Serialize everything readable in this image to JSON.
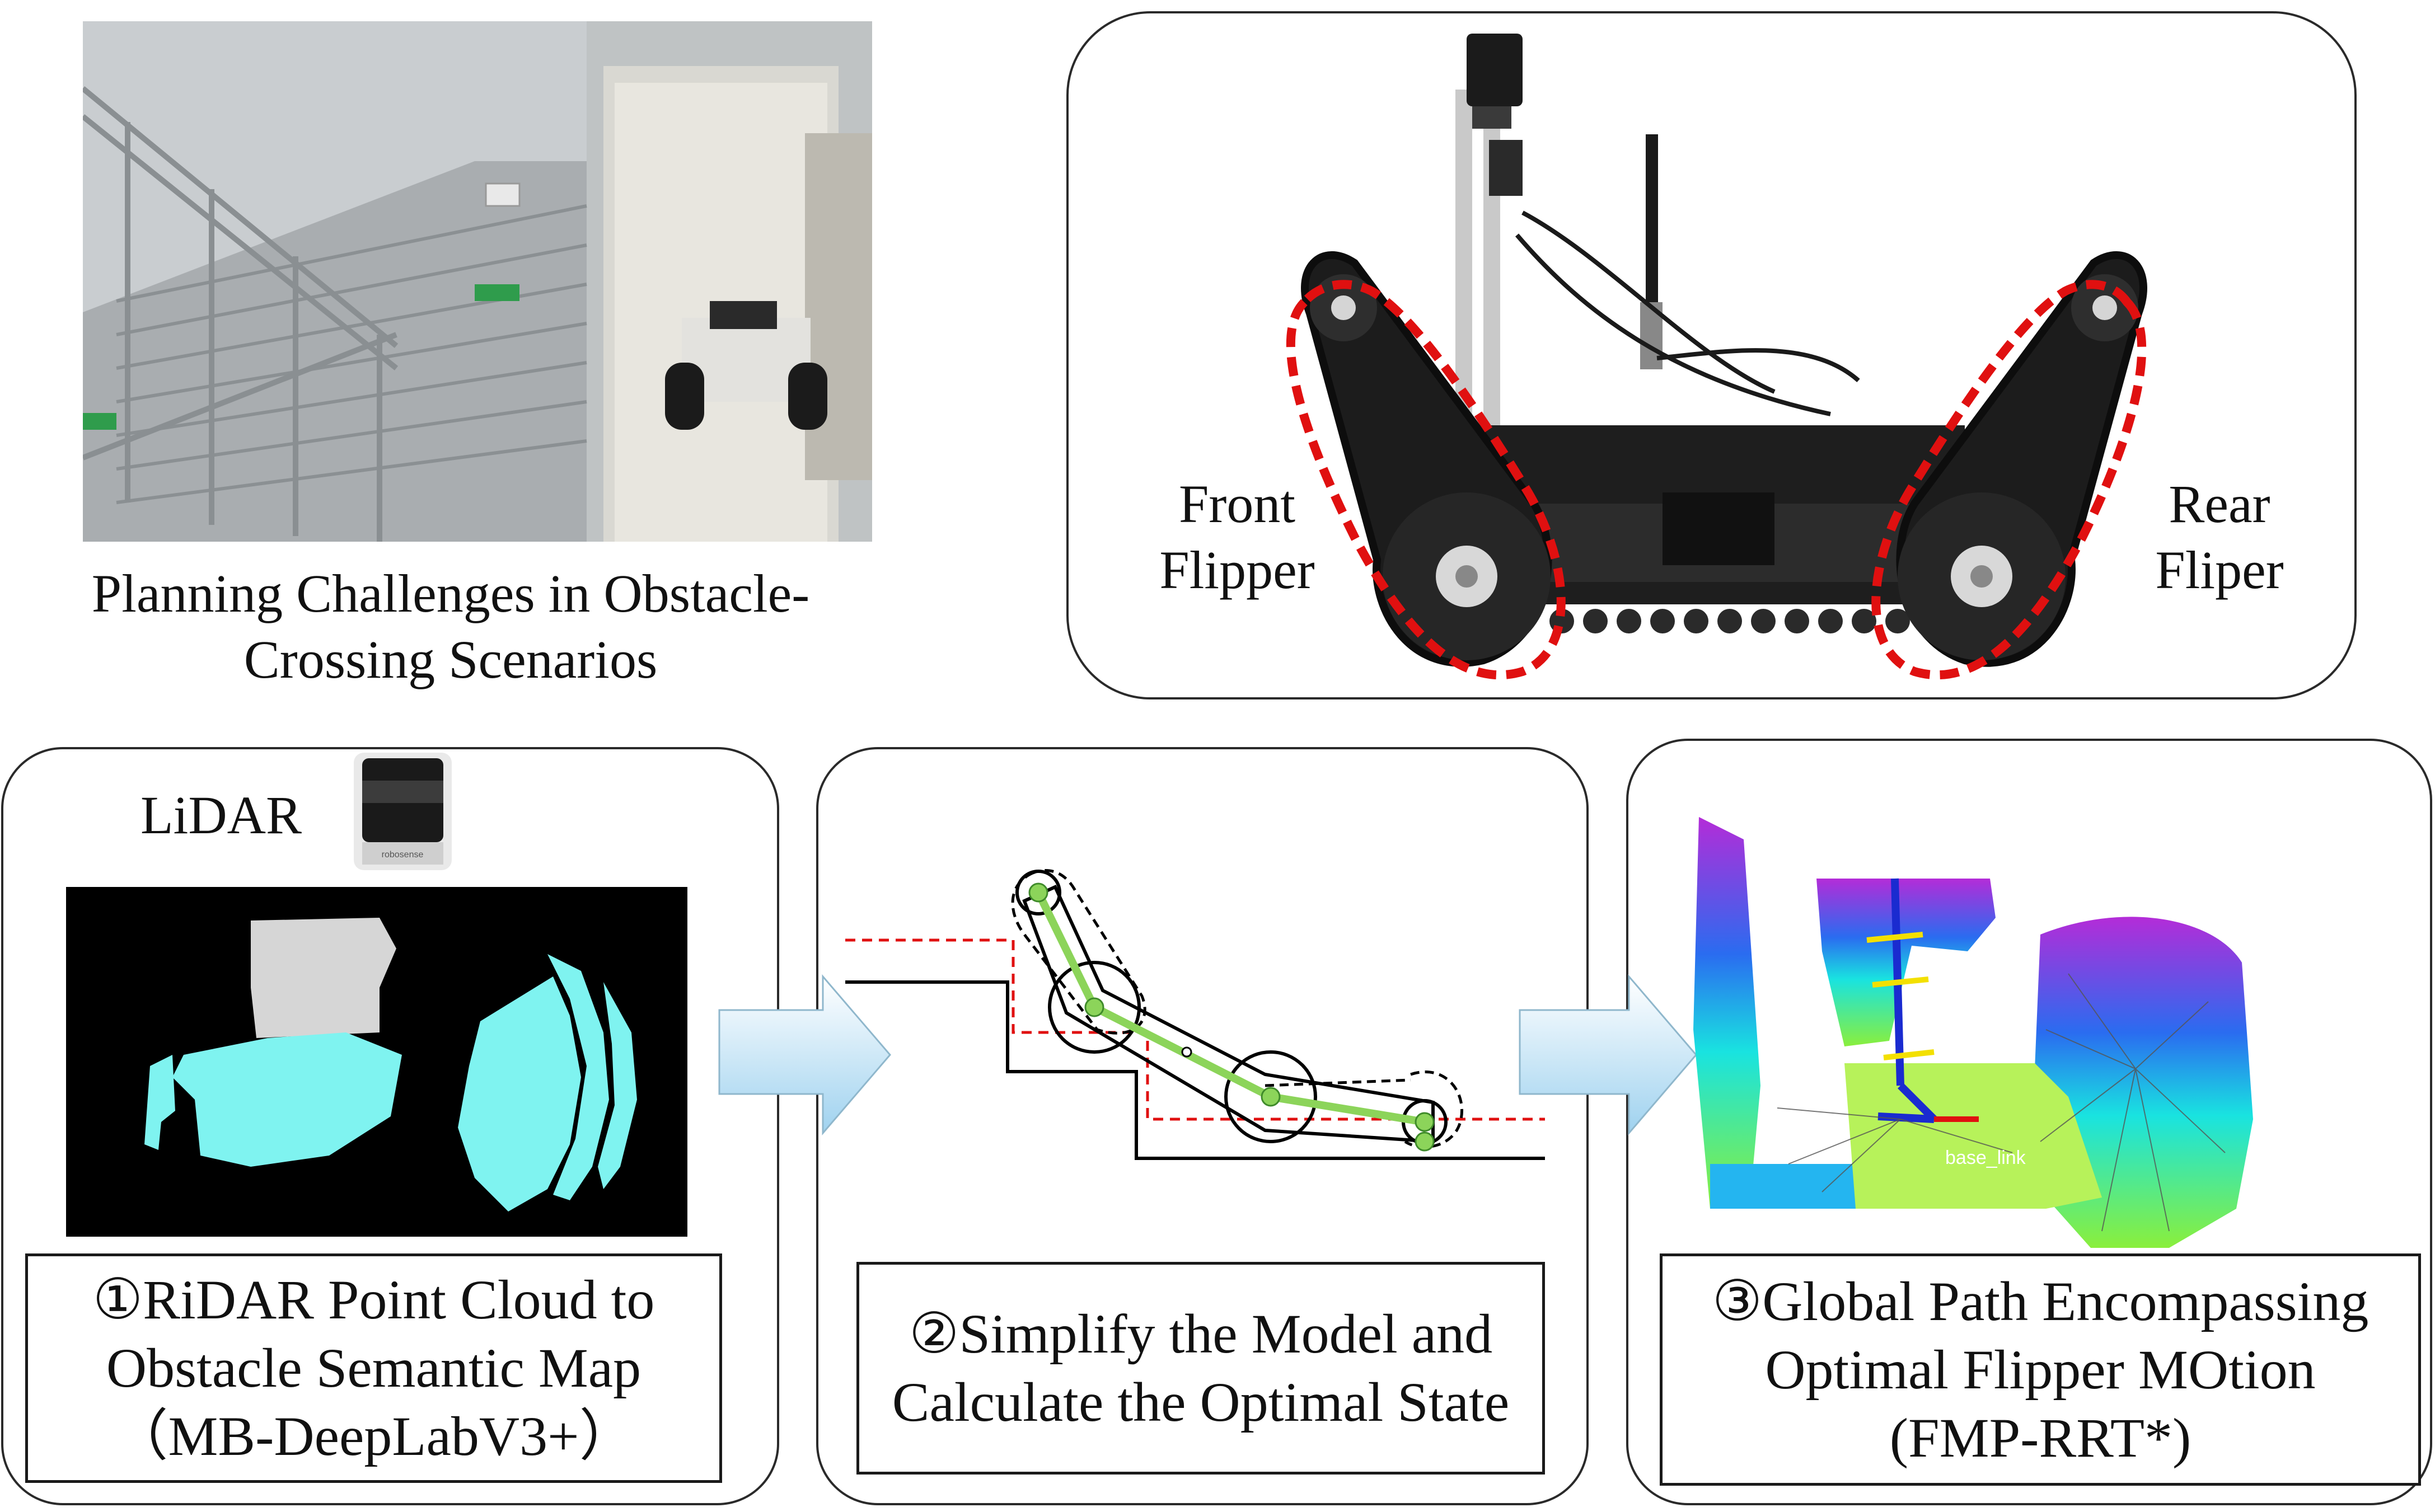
{
  "top_left": {
    "caption_line1": "Planning Challenges in Obstacle-",
    "caption_line2": "Crossing Scenarios"
  },
  "robot_panel": {
    "front_label_line1": "Front",
    "front_label_line2": "Flipper",
    "rear_label_line1": "Rear",
    "rear_label_line2": "Fliper",
    "highlight_color": "#e01010"
  },
  "step1": {
    "sensor_label": "LiDAR",
    "sensor_brand": "robosense",
    "line1": "①RiDAR Point Cloud to",
    "line2": "Obstacle Semantic Map",
    "line3": "（MB-DeepLabV3+）",
    "obstacle_color": "#7ff3f0",
    "ground_color": "#d6d6d6"
  },
  "step2": {
    "line1": "②Simplify the Model and",
    "line2": "Calculate the Optimal State",
    "model_color": "#8cd45a",
    "threshold_color": "#e01010"
  },
  "step3": {
    "line1": "③Global Path Encompassing",
    "line2": "Optimal Flipper MOtion",
    "line3": "(FMP-RRT*)",
    "frame_label": "base_link"
  },
  "arrow_color": "#bfe4f7"
}
